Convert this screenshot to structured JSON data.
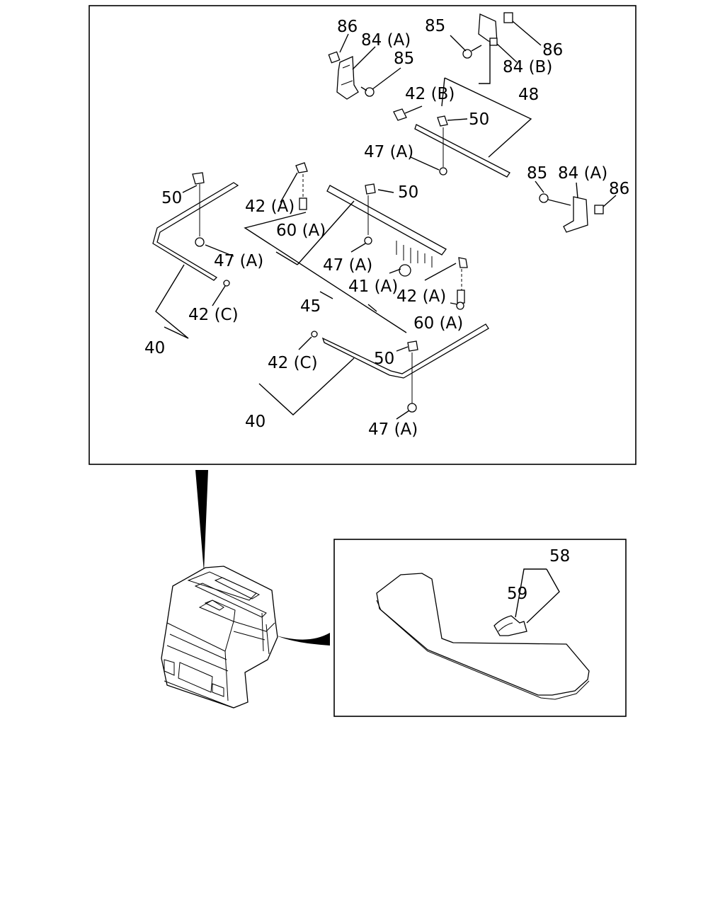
{
  "diagram": {
    "callouts": {
      "c86a": "86",
      "c84a_top": "84 (A)",
      "c85a": "85",
      "c85b": "85",
      "c86b": "86",
      "c84b": "84 (B)",
      "c42b": "42 (B)",
      "c48": "48",
      "c50a": "50",
      "c47a_1": "47 (A)",
      "c85c": "85",
      "c84a_right": "84 (A)",
      "c86c": "86",
      "c50b": "50",
      "c42a_1": "42 (A)",
      "c50c": "50",
      "c60a_1": "60 (A)",
      "c47a_2": "47 (A)",
      "c47a_3": "47 (A)",
      "c41a": "41 (A)",
      "c45": "45",
      "c42a_2": "42 (A)",
      "c42c_1": "42 (C)",
      "c40a": "40",
      "c60a_2": "60 (A)",
      "c50d": "50",
      "c42c_2": "42 (C)",
      "c40b": "40",
      "c47a_4": "47 (A)",
      "c58": "58",
      "c59": "59"
    }
  }
}
